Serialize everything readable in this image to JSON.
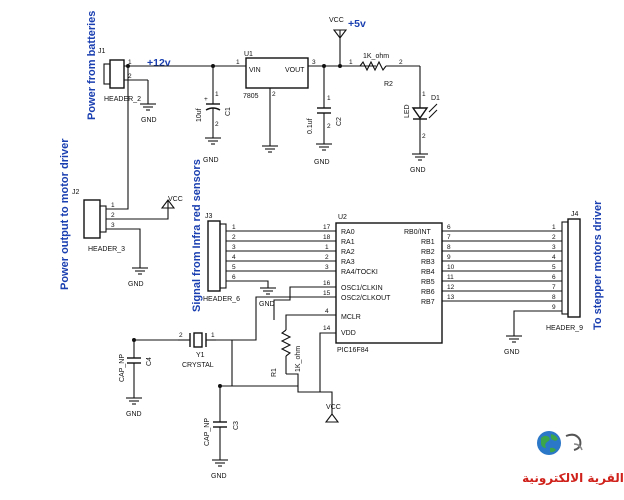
{
  "colors": {
    "wire": "#111111",
    "annotation": "#1a3fb0",
    "logo_text": "#d0201a"
  },
  "annotations": {
    "power_batteries": "Power from batteries",
    "power_motor": "Power output to motor driver",
    "signal_infra": "Signal from Infra red sensors",
    "stepper_driver": "To stepper motors driver",
    "v12": "+12v",
    "v5": "+5v"
  },
  "parts": {
    "j1_ref": "J1",
    "j1_name": "HEADER_2",
    "j2_ref": "J2",
    "j2_name": "HEADER_3",
    "j3_ref": "J3",
    "j3_name": "HEADER_6",
    "j4_ref": "J4",
    "j4_name": "HEADER_9",
    "u1_ref": "U1",
    "u1_model": "7805",
    "u1_vin": "VIN",
    "u1_vout": "VOUT",
    "u1_pin1": "1",
    "u1_pin2": "2",
    "u1_pin3": "3",
    "c1_ref": "C1",
    "c1_val": "10uf",
    "c2_ref": "C2",
    "c2_val": "0.1uf",
    "c3_ref": "C3",
    "c3_val": "CAP_NP",
    "c4_ref": "C4",
    "c4_val": "CAP_NP",
    "r1_ref": "R1",
    "r1_val": "1K_ohm",
    "r2_ref": "R2",
    "r2_val": "1K_ohm",
    "d1_ref": "D1",
    "d1_name": "LED",
    "y1_ref": "Y1",
    "y1_name": "CRYSTAL",
    "u2_ref": "U2",
    "u2_model": "PIC16F84"
  },
  "power": {
    "vcc": "VCC",
    "gnd": "GND"
  },
  "pins": {
    "one": "1",
    "two": "2",
    "three": "3",
    "four": "4",
    "five": "5",
    "six": "6",
    "seven": "7",
    "eight": "8",
    "nine": "9"
  },
  "u2_left": [
    {
      "num": "17",
      "label": "RA0"
    },
    {
      "num": "18",
      "label": "RA1"
    },
    {
      "num": "1",
      "label": "RA2"
    },
    {
      "num": "2",
      "label": "RA3"
    },
    {
      "num": "3",
      "label": "RA4/TOCKI"
    },
    {
      "num": "16",
      "label": "OSC1/CLKIN"
    },
    {
      "num": "15",
      "label": "OSC2/CLKOUT"
    },
    {
      "num": "4",
      "label": "MCLR"
    },
    {
      "num": "14",
      "label": "VDD"
    }
  ],
  "u2_right": [
    {
      "num": "6",
      "label": "RB0/INT"
    },
    {
      "num": "7",
      "label": "RB1"
    },
    {
      "num": "8",
      "label": "RB2"
    },
    {
      "num": "9",
      "label": "RB3"
    },
    {
      "num": "10",
      "label": "RB4"
    },
    {
      "num": "11",
      "label": "RB5"
    },
    {
      "num": "12",
      "label": "RB6"
    },
    {
      "num": "13",
      "label": "RB7"
    }
  ],
  "logo": {
    "text": "القرية الالكترونية"
  }
}
